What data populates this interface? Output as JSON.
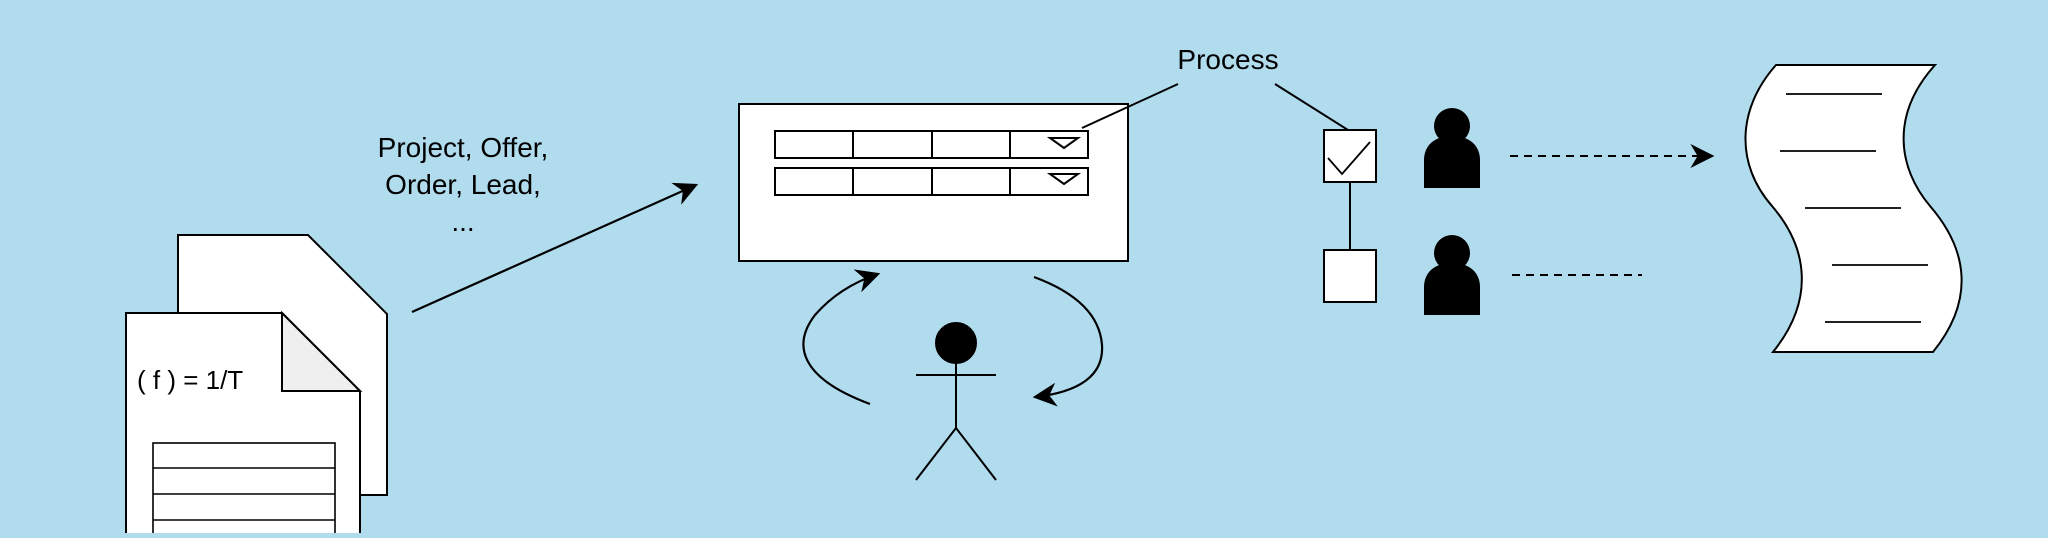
{
  "diagram": {
    "background_color": "#b0dcee",
    "stroke_color": "#000000",
    "fill_color": "#ffffff",
    "fold_color": "#eeeeee",
    "document_label": {
      "line1": "Project, Offer,",
      "line2": "Order, Lead,",
      "line3": "..."
    },
    "formula_text": "( f ) = 1/T",
    "process_label": "Process",
    "icons": {
      "document_stack": "document-stack-icon",
      "form_window": "form-window-icon",
      "stick_figure": "stick-figure-icon",
      "user_silhouette": "user-silhouette-icon",
      "checkbox": "checkbox-icon",
      "scroll_document": "scroll-document-icon"
    }
  }
}
